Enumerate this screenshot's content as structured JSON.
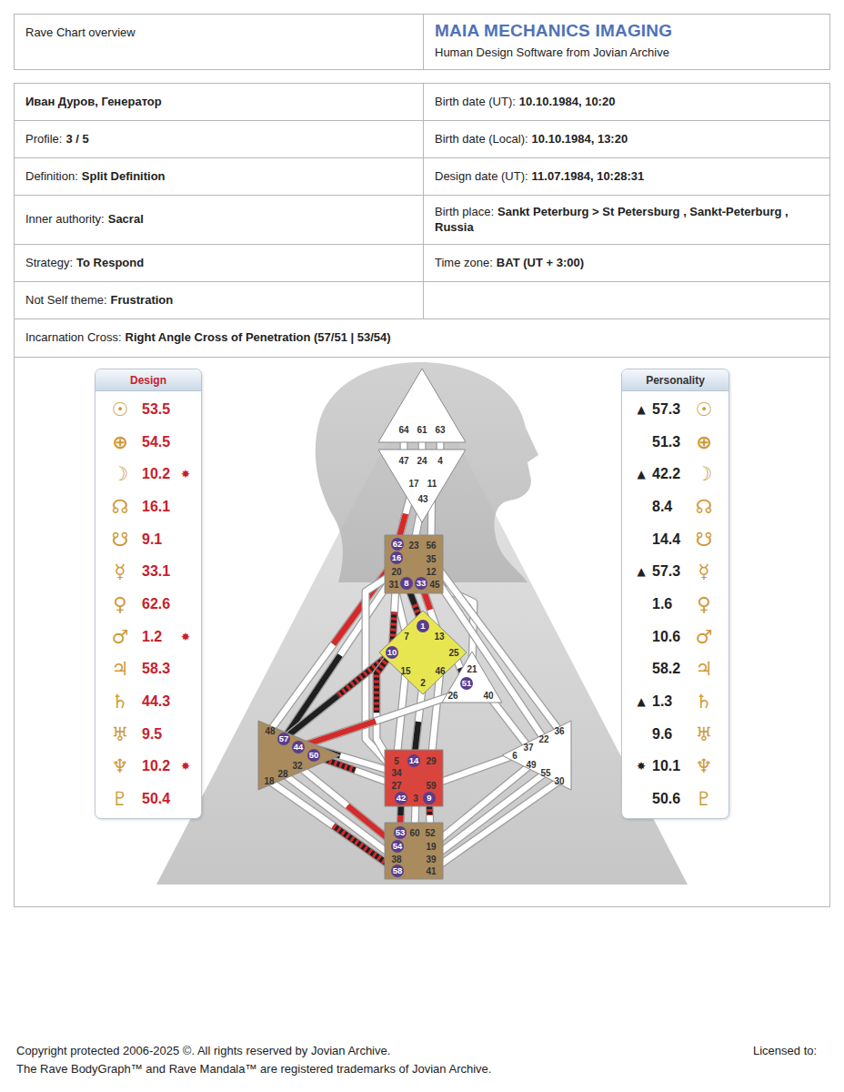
{
  "diagram": {
    "title": "Rave Chart overview",
    "nodes": [
      {
        "text": [
          "Design",
          "53.5",
          "54.5",
          "10.2",
          "16.1",
          "9.1",
          "33.1",
          "62.6",
          "1.2",
          "58.3",
          "44.3",
          "9.5",
          "10.2",
          "50.4",
          "☉",
          "⊕",
          "☽",
          "☊",
          "☋",
          "☿",
          "♀",
          "♂",
          "♃",
          "♄",
          "♅",
          "♆",
          "♇",
          "✸",
          "✸",
          "✸"
        ]
      },
      {
        "text": [
          "Personality",
          "57.3",
          "51.3",
          "42.2",
          "8.4",
          "14.4",
          "57.3",
          "1.6",
          "10.6",
          "58.2",
          "1.3",
          "9.6",
          "10.1",
          "50.6",
          "☉",
          "⊕",
          "☽",
          "☊",
          "☋",
          "☿",
          "♀",
          "♂",
          "♃",
          "♄",
          "♅",
          "♆",
          "♇",
          "▲",
          "▲",
          "▲",
          "▲",
          "✸"
        ]
      },
      {
        "text": [
          "64",
          "61",
          "63"
        ]
      },
      {
        "text": [
          "47",
          "24",
          "4",
          "17",
          "11",
          "43"
        ]
      },
      {
        "text": [
          "62",
          "23",
          "56",
          "16",
          "35",
          "12",
          "20",
          "31",
          "8",
          "33",
          "45"
        ]
      },
      {
        "text": [
          "1",
          "7",
          "13",
          "10",
          "25",
          "15",
          "46",
          "2"
        ]
      },
      {
        "text": [
          "21",
          "51",
          "26",
          "40"
        ]
      },
      {
        "text": [
          "48",
          "57",
          "44",
          "50",
          "32",
          "28",
          "18"
        ]
      },
      {
        "text": [
          "5",
          "14",
          "29",
          "34",
          "27",
          "59",
          "42",
          "3",
          "9"
        ]
      },
      {
        "text": [
          "36",
          "22",
          "37",
          "6",
          "49",
          "55",
          "30"
        ]
      },
      {
        "text": [
          "53",
          "60",
          "52",
          "54",
          "19",
          "38",
          "39",
          "58",
          "41"
        ]
      }
    ],
    "edges": [
      {
        "from": 2,
        "to": 3,
        "arrow": "none"
      },
      {
        "from": 2,
        "to": 3,
        "arrow": "none"
      },
      {
        "from": 2,
        "to": 3,
        "arrow": "none"
      },
      {
        "from": 3,
        "to": 4,
        "arrow": "none"
      },
      {
        "from": 3,
        "to": 4,
        "arrow": "none"
      },
      {
        "from": 3,
        "to": 4,
        "arrow": "none"
      },
      {
        "from": 4,
        "to": 5,
        "arrow": "none"
      },
      {
        "from": 4,
        "to": 5,
        "arrow": "none"
      },
      {
        "from": 4,
        "to": 5,
        "arrow": "none"
      },
      {
        "from": 4,
        "to": 5,
        "arrow": "none"
      },
      {
        "from": 4,
        "to": 7,
        "arrow": "none"
      },
      {
        "from": 4,
        "to": 7,
        "arrow": "none"
      },
      {
        "from": 4,
        "to": 8,
        "arrow": "none"
      },
      {
        "from": 4,
        "to": 6,
        "arrow": "none"
      },
      {
        "from": 4,
        "to": 9,
        "arrow": "none"
      },
      {
        "from": 4,
        "to": 9,
        "arrow": "none"
      },
      {
        "from": 5,
        "to": 7,
        "arrow": "none"
      },
      {
        "from": 5,
        "to": 8,
        "arrow": "none"
      },
      {
        "from": 5,
        "to": 8,
        "arrow": "none"
      },
      {
        "from": 5,
        "to": 8,
        "arrow": "none"
      },
      {
        "from": 5,
        "to": 8,
        "arrow": "none"
      },
      {
        "from": 5,
        "to": 6,
        "arrow": "none"
      },
      {
        "from": 6,
        "to": 7,
        "arrow": "none"
      },
      {
        "from": 6,
        "to": 9,
        "arrow": "none"
      },
      {
        "from": 7,
        "to": 8,
        "arrow": "none"
      },
      {
        "from": 7,
        "to": 8,
        "arrow": "none"
      },
      {
        "from": 7,
        "to": 10,
        "arrow": "none"
      },
      {
        "from": 7,
        "to": 10,
        "arrow": "none"
      },
      {
        "from": 7,
        "to": 10,
        "arrow": "none"
      },
      {
        "from": 8,
        "to": 10,
        "arrow": "none"
      },
      {
        "from": 8,
        "to": 10,
        "arrow": "none"
      },
      {
        "from": 8,
        "to": 10,
        "arrow": "none"
      },
      {
        "from": 8,
        "to": 9,
        "arrow": "none"
      },
      {
        "from": 9,
        "to": 10,
        "arrow": "none"
      },
      {
        "from": 9,
        "to": 10,
        "arrow": "none"
      },
      {
        "from": 9,
        "to": 10,
        "arrow": "none"
      }
    ],
    "labels": [
      "MAIA MECHANICS IMAGING",
      "Human Design Software from Jovian Archive",
      "Иван Дуров, Генератор",
      "Birth date (UT):",
      "10.10.1984, 10:20",
      "Profile:",
      "3 / 5",
      "Birth date (Local):",
      "10.10.1984, 13:20",
      "Definition:",
      "Split Definition",
      "Design date (UT):",
      "11.07.1984, 10:28:31",
      "Inner authority:",
      "Sacral",
      "Birth place:",
      "Sankt Peterburg > St Petersburg , Sankt-Peterburg , Russia",
      "Strategy:",
      "To Respond",
      "Time zone:",
      "BAT (UT + 3:00)",
      "Not Self theme:",
      "Frustration",
      "Incarnation Cross:",
      "Right Angle Cross of Penetration (57/51 | 53/54)",
      "Copyright protected 2006-2025 ©. All rights reserved by Jovian Archive.",
      "The Rave BodyGraph™ and Rave Mandala™ are registered trademarks of Jovian Archive.",
      "Licensed to:"
    ]
  }
}
